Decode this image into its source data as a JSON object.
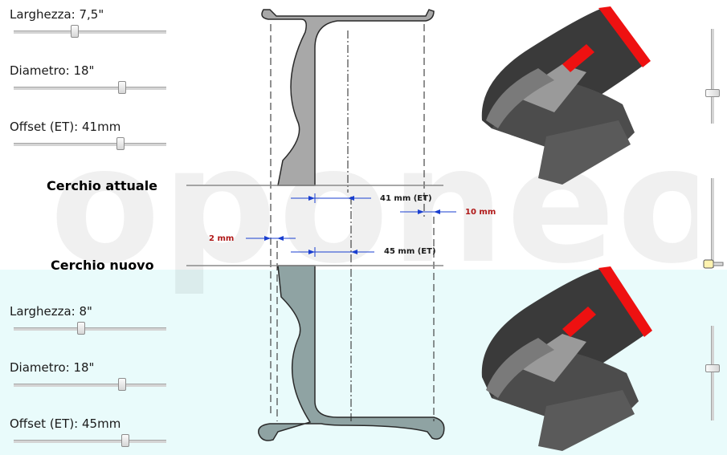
{
  "brand": {
    "watermark": "oponeo"
  },
  "current": {
    "title": "Cerchio attuale",
    "width_label": "Larghezza: 7,5\"",
    "diameter_label": "Diametro: 18\"",
    "offset_label": "Offset (ET): 41mm",
    "width_slider_level": 0.4,
    "diameter_slider_level": 0.71,
    "offset_slider_level": 0.7,
    "zoom_slider_level": 0.68
  },
  "new": {
    "title": "Cerchio nuovo",
    "width_label": "Larghezza: 8\"",
    "diameter_label": "Diametro: 18\"",
    "offset_label": "Offset (ET): 45mm",
    "width_slider_level": 0.44,
    "diameter_slider_level": 0.71,
    "offset_slider_level": 0.73,
    "zoom_slider_level": 0.45
  },
  "measurements": {
    "et_current": "41 mm (ET)",
    "et_new": "45 mm (ET)",
    "diff_inner": "2 mm",
    "diff_outer": "10 mm"
  },
  "colors": {
    "accent_red": "#b01818",
    "bottom_background": "#e9fbfb",
    "rim_profile": "#9c9c9c"
  },
  "icons": {
    "scroll": "hand-cursor-icon"
  }
}
